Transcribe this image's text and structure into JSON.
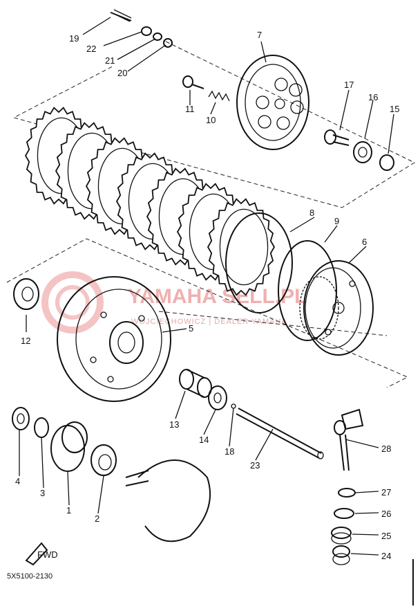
{
  "diagram": {
    "part_code": "5X5100-2130",
    "fwd_label": "FWD",
    "watermark": {
      "text": "YAMAHA SELL.PL",
      "subtext": "WOJCIECHOWICZ | DEALER YAMAHA"
    },
    "callouts": {
      "p1": "1",
      "p2": "2",
      "p3": "3",
      "p4": "4",
      "p5": "5",
      "p6": "6",
      "p7": "7",
      "p8": "8",
      "p9": "9",
      "p10": "10",
      "p11": "11",
      "p12": "12",
      "p13": "13",
      "p14": "14",
      "p15": "15",
      "p16": "16",
      "p17": "17",
      "p18": "18",
      "p19": "19",
      "p20": "20",
      "p21": "21",
      "p22": "22",
      "p23": "23",
      "p24": "24",
      "p25": "25",
      "p26": "26",
      "p27": "27",
      "p28": "28"
    }
  },
  "colors": {
    "ink": "#111111",
    "watermark": "#f0b0b0"
  }
}
